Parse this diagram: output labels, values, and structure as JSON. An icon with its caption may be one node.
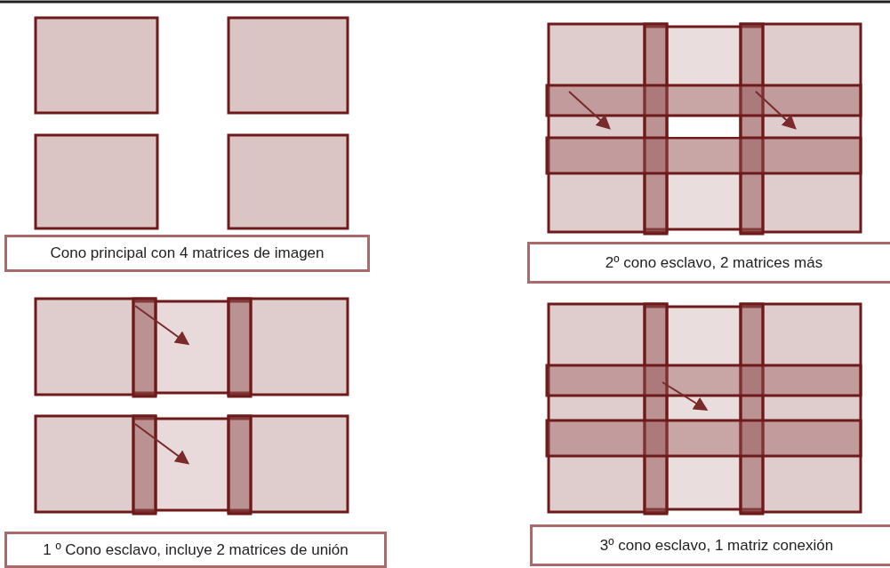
{
  "diagram": {
    "labels": [
      "Cono principal con 4 matrices de imagen",
      "2º cono esclavo, 2 matrices más",
      "1 º Cono esclavo, incluye 2 matrices de unión",
      "3º cono esclavo, 1 matriz conexión"
    ]
  }
}
